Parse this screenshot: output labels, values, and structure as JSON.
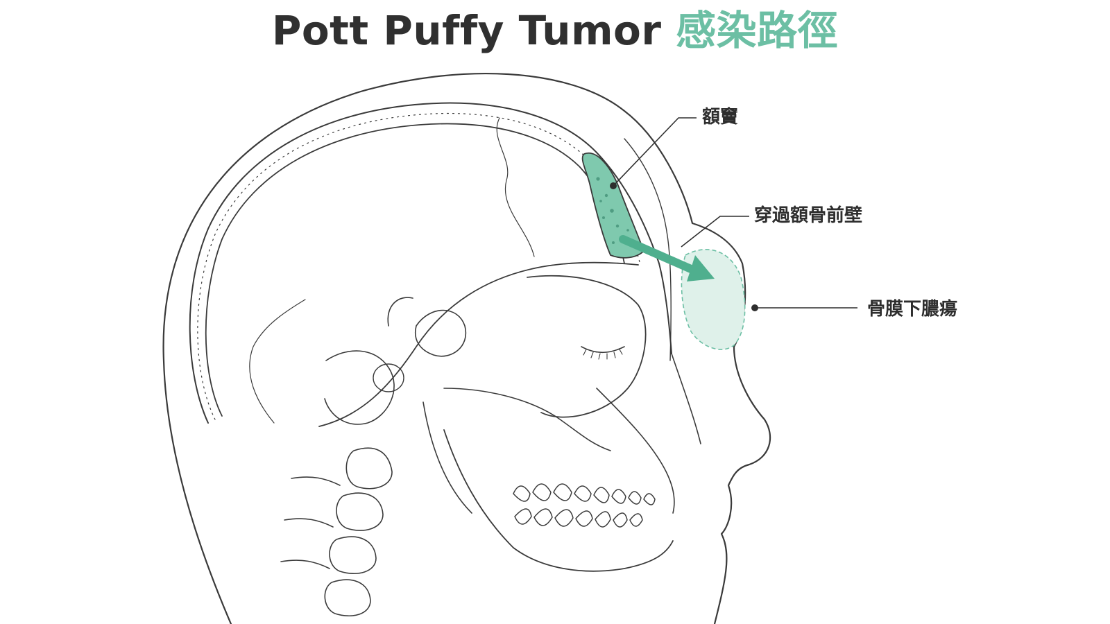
{
  "title": {
    "en": "Pott Puffy Tumor ",
    "zh": "感染路徑"
  },
  "labels": {
    "frontal_sinus": "額竇",
    "anterior_wall": "穿過額骨前壁",
    "subperiosteal_abscess": "骨膜下膿瘍"
  },
  "colors": {
    "title_text": "#303030",
    "accent_green": "#6cbfa4",
    "sinus_fill": "#7fc9ae",
    "abscess_fill": "#dff1ea",
    "arrow": "#4faf8e",
    "line": "#3a3a3a",
    "leader": "#2e2e2e"
  }
}
